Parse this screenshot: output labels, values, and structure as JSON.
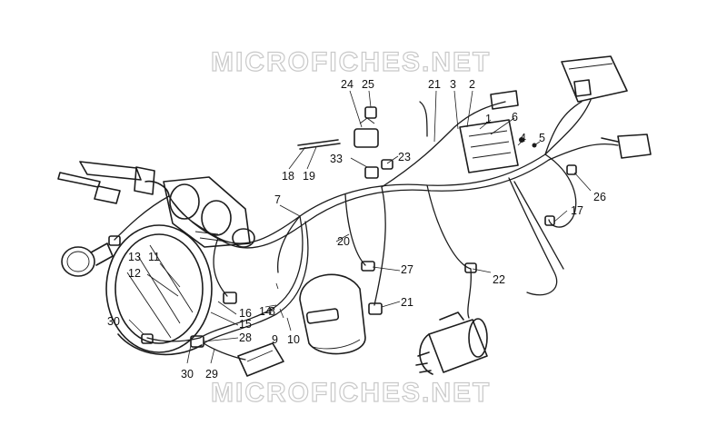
{
  "watermark": {
    "text": "MICROFICHES.NET"
  },
  "callouts": [
    "1",
    "2",
    "3",
    "4",
    "5",
    "6",
    "7",
    "8",
    "9",
    "10",
    "11",
    "12",
    "13",
    "14",
    "15",
    "16",
    "17",
    "18",
    "19",
    "20",
    "21",
    "21",
    "22",
    "23",
    "24",
    "25",
    "26",
    "27",
    "28",
    "29",
    "30",
    "30",
    "33"
  ],
  "colors": {
    "ink": "#1c1c1c",
    "watermark": "#c9c9c9",
    "background": "#ffffff"
  }
}
